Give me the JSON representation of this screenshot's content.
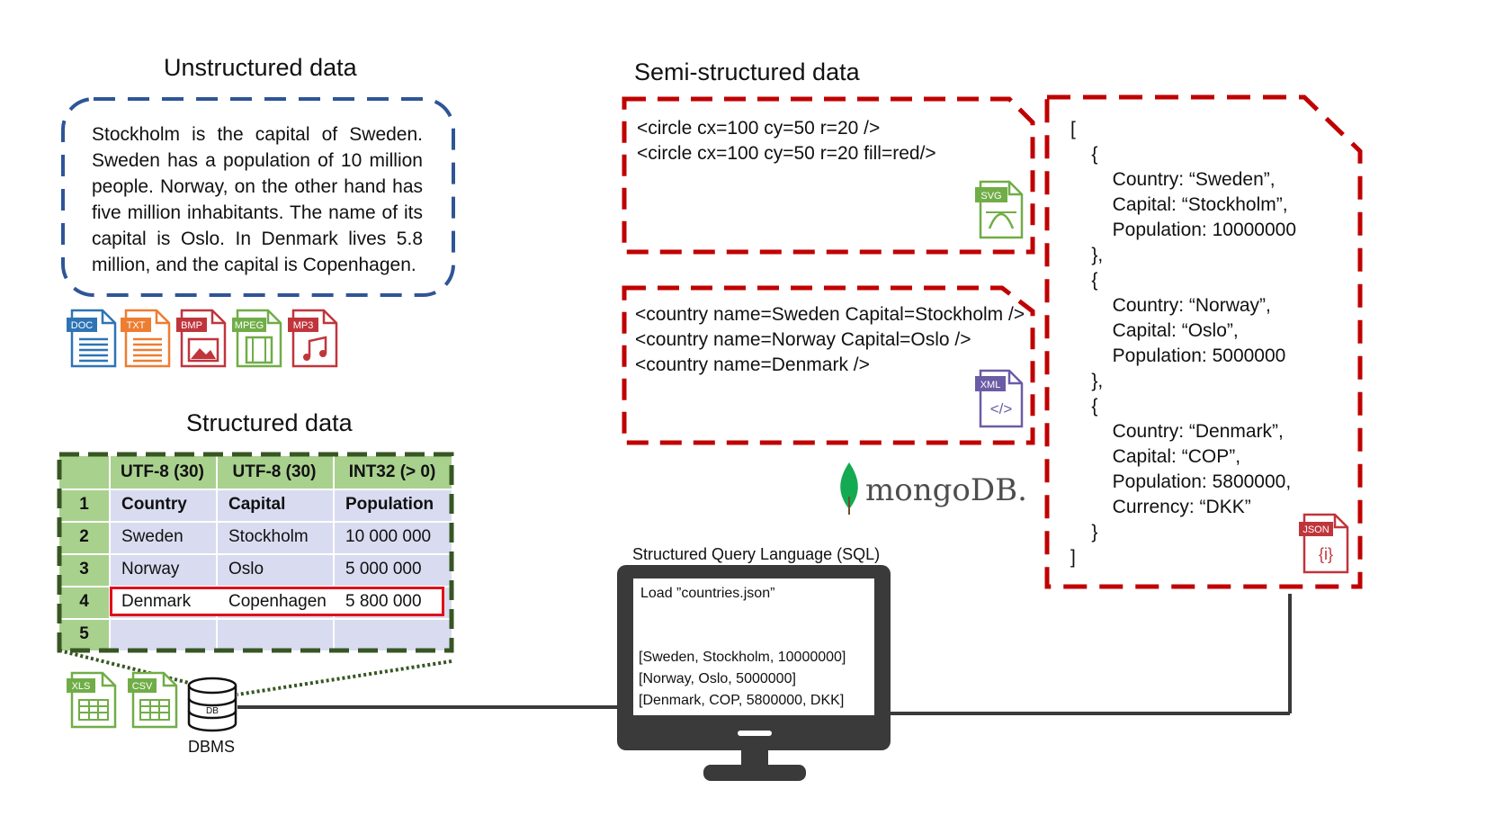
{
  "unstructured": {
    "title": "Unstructured data",
    "text": "Stockholm is the capital of Sweden. Sweden has a population of 10 million people. Norway, on the other hand has five million inhabitants. The name of its capital is Oslo. In Denmark lives 5.8 million, and the capital is Copenhagen.",
    "file_icons": [
      {
        "label": "DOC",
        "color": "#2E74B5"
      },
      {
        "label": "TXT",
        "color": "#ED7D31"
      },
      {
        "label": "BMP",
        "color": "#C0353C"
      },
      {
        "label": "MPEG",
        "color": "#70AD47"
      },
      {
        "label": "MP3",
        "color": "#C0353C"
      }
    ]
  },
  "semi_structured": {
    "title": "Semi-structured data",
    "svg_lines": [
      "<circle cx=100 cy=50 r=20 />",
      "<circle cx=100 cy=50 r=20 fill=red/>"
    ],
    "svg_icon_label": "SVG",
    "xml_lines": [
      "<country name=Sweden Capital=Stockholm />",
      "<country name=Norway Capital=Oslo />",
      "<country name=Denmark />"
    ],
    "xml_icon_label": "XML",
    "json_text": "[\n    {\n        Country: “Sweden”,\n        Capital: “Stockholm”,\n        Population: 10000000\n    },\n    {\n        Country: “Norway”,\n        Capital: “Oslo”,\n        Population: 5000000\n    },\n    {\n        Country: “Denmark”,\n        Capital: “COP”,\n        Population: 5800000,\n        Currency: “DKK”\n    }\n]",
    "json_icon_label": "JSON",
    "json_icon_glyph": "{i}",
    "mongo_logo": "mongoDB."
  },
  "structured": {
    "title": "Structured data",
    "type_headers": [
      "UTF-8  (30)",
      "UTF-8 (30)",
      "INT32 (> 0)"
    ],
    "row_numbers": [
      "1",
      "2",
      "3",
      "4",
      "5"
    ],
    "rows": [
      [
        "Country",
        "Capital",
        "Population"
      ],
      [
        "Sweden",
        "Stockholm",
        "10 000 000"
      ],
      [
        "Norway",
        "Oslo",
        "5 000 000"
      ],
      [
        "Denmark",
        "Copenhagen",
        "5 800 000"
      ],
      [
        "",
        "",
        ""
      ]
    ],
    "highlight_row_index": 3,
    "file_icons": [
      {
        "label": "XLS",
        "color": "#70AD47"
      },
      {
        "label": "CSV",
        "color": "#70AD47"
      }
    ],
    "db_icon_label": "DB",
    "dbms_label": "DBMS"
  },
  "sql": {
    "title": "Structured Query Language (SQL)",
    "command": "Load ”countries.json”",
    "output": "[Sweden, Stockholm, 10000000]\n[Norway, Oslo, 5000000]\n[Denmark, COP, 5800000, DKK]"
  },
  "colors": {
    "unstructured_border": "#2F5597",
    "semi_border": "#C00000",
    "structured_border": "#375623",
    "table_header_green": "#A9D18E",
    "table_body": "#D9DCF0",
    "table_first_col": "#A9D18E",
    "highlight": "#E0101A",
    "monitor": "#3A3A3A",
    "mongo_green": "#13AA52"
  }
}
